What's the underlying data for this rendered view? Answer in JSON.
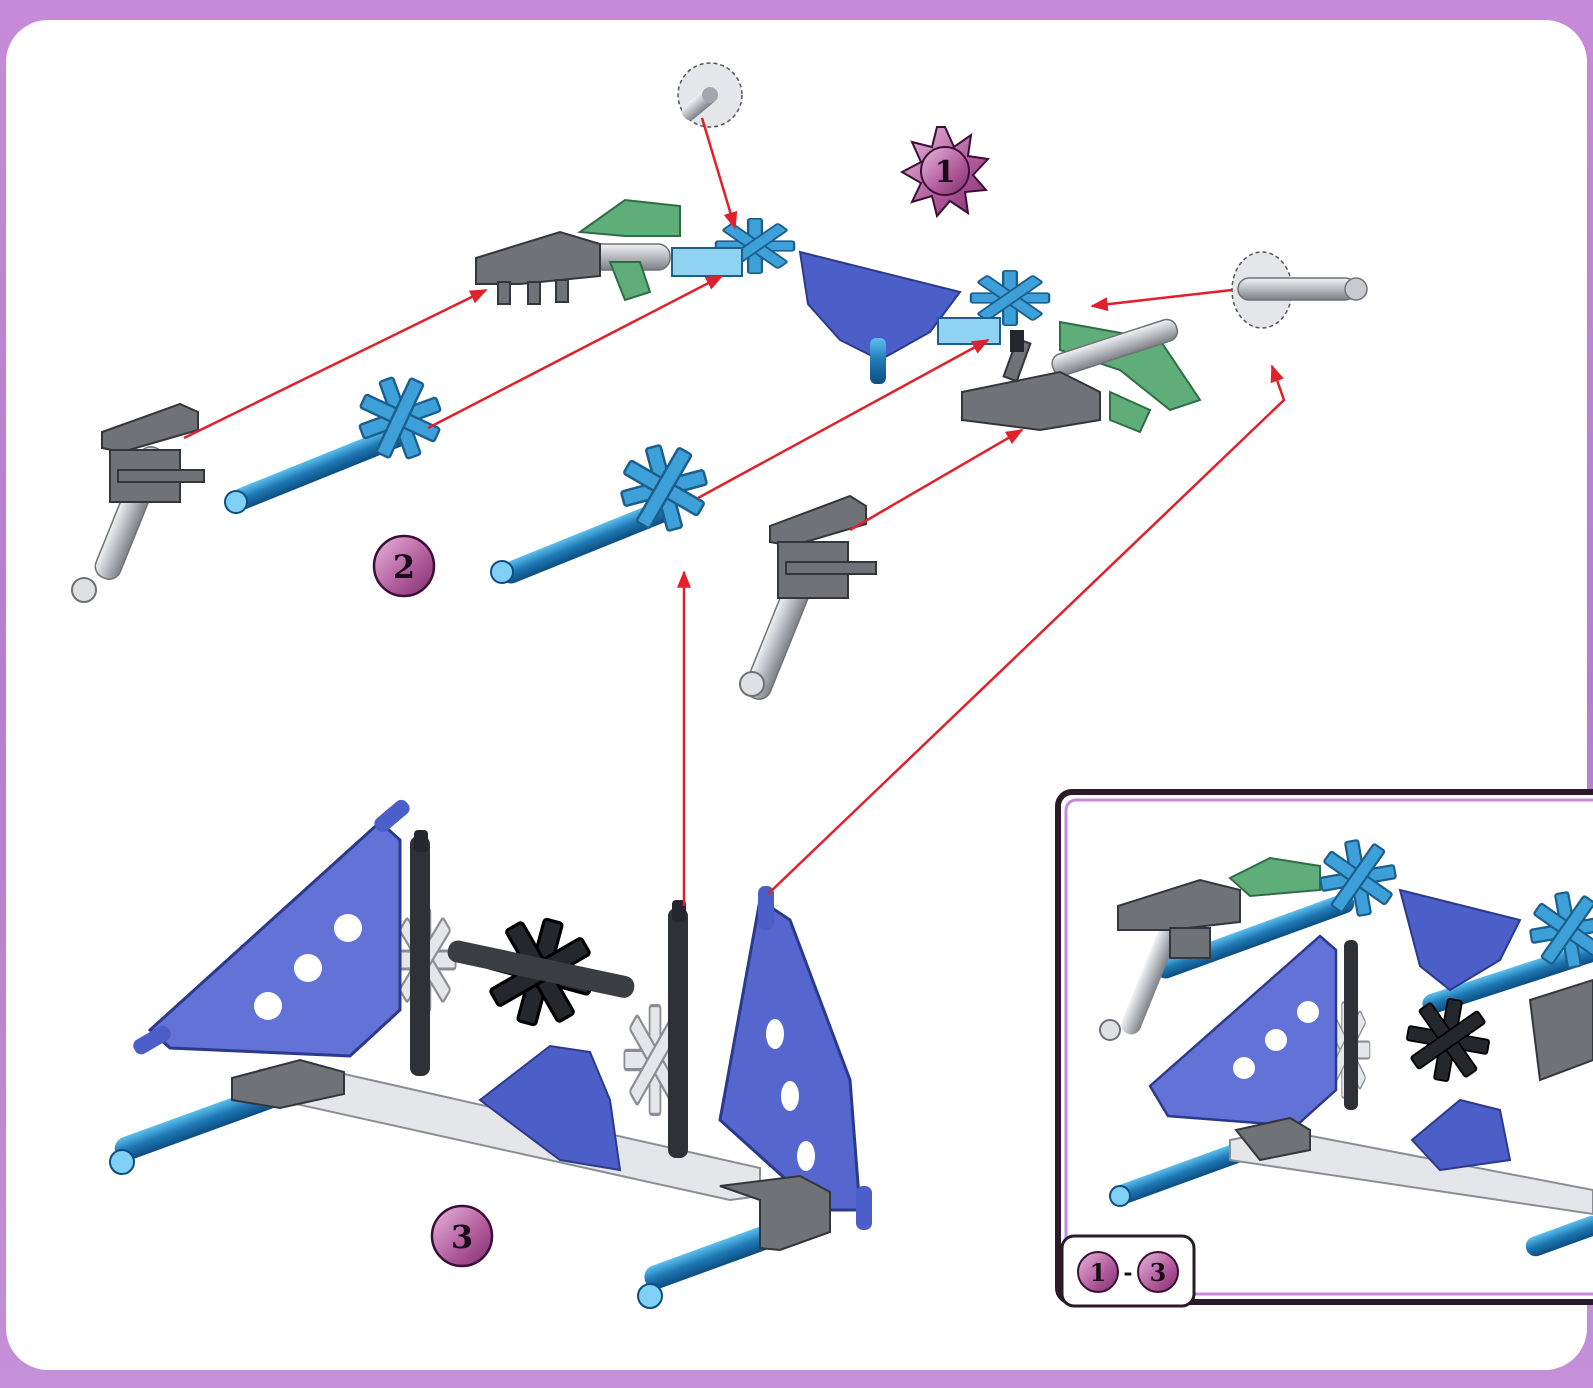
{
  "steps": {
    "burst": "1",
    "two": "2",
    "three": "3"
  },
  "inset": {
    "range_start": "1",
    "separator": "-",
    "range_end": "3"
  },
  "colors": {
    "frame": "#b77ccf",
    "page": "#ffffff",
    "badge": "#b0599a",
    "arrow": "#e0202a",
    "connector_blue": "#3ea0d8",
    "panel_blue": "#4c5fc9",
    "rod_blue": "#1e78b4",
    "green": "#5fae7a",
    "gray": "#6f7276",
    "white_part": "#e4e6ea",
    "black_part": "#24282c"
  }
}
